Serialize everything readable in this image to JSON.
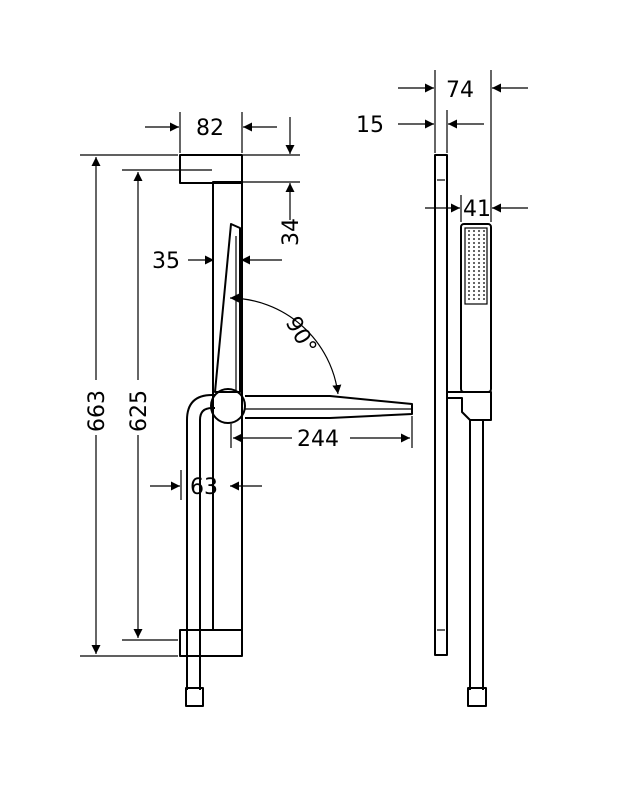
{
  "dimensions": {
    "width_top": "82",
    "height_total": "663",
    "height_inner": "625",
    "top_offset": "34",
    "handle_width": "35",
    "angle": "90°",
    "arm_length": "244",
    "hose_offset": "63",
    "side_depth": "74",
    "side_thickness": "15",
    "side_head_width": "41"
  }
}
